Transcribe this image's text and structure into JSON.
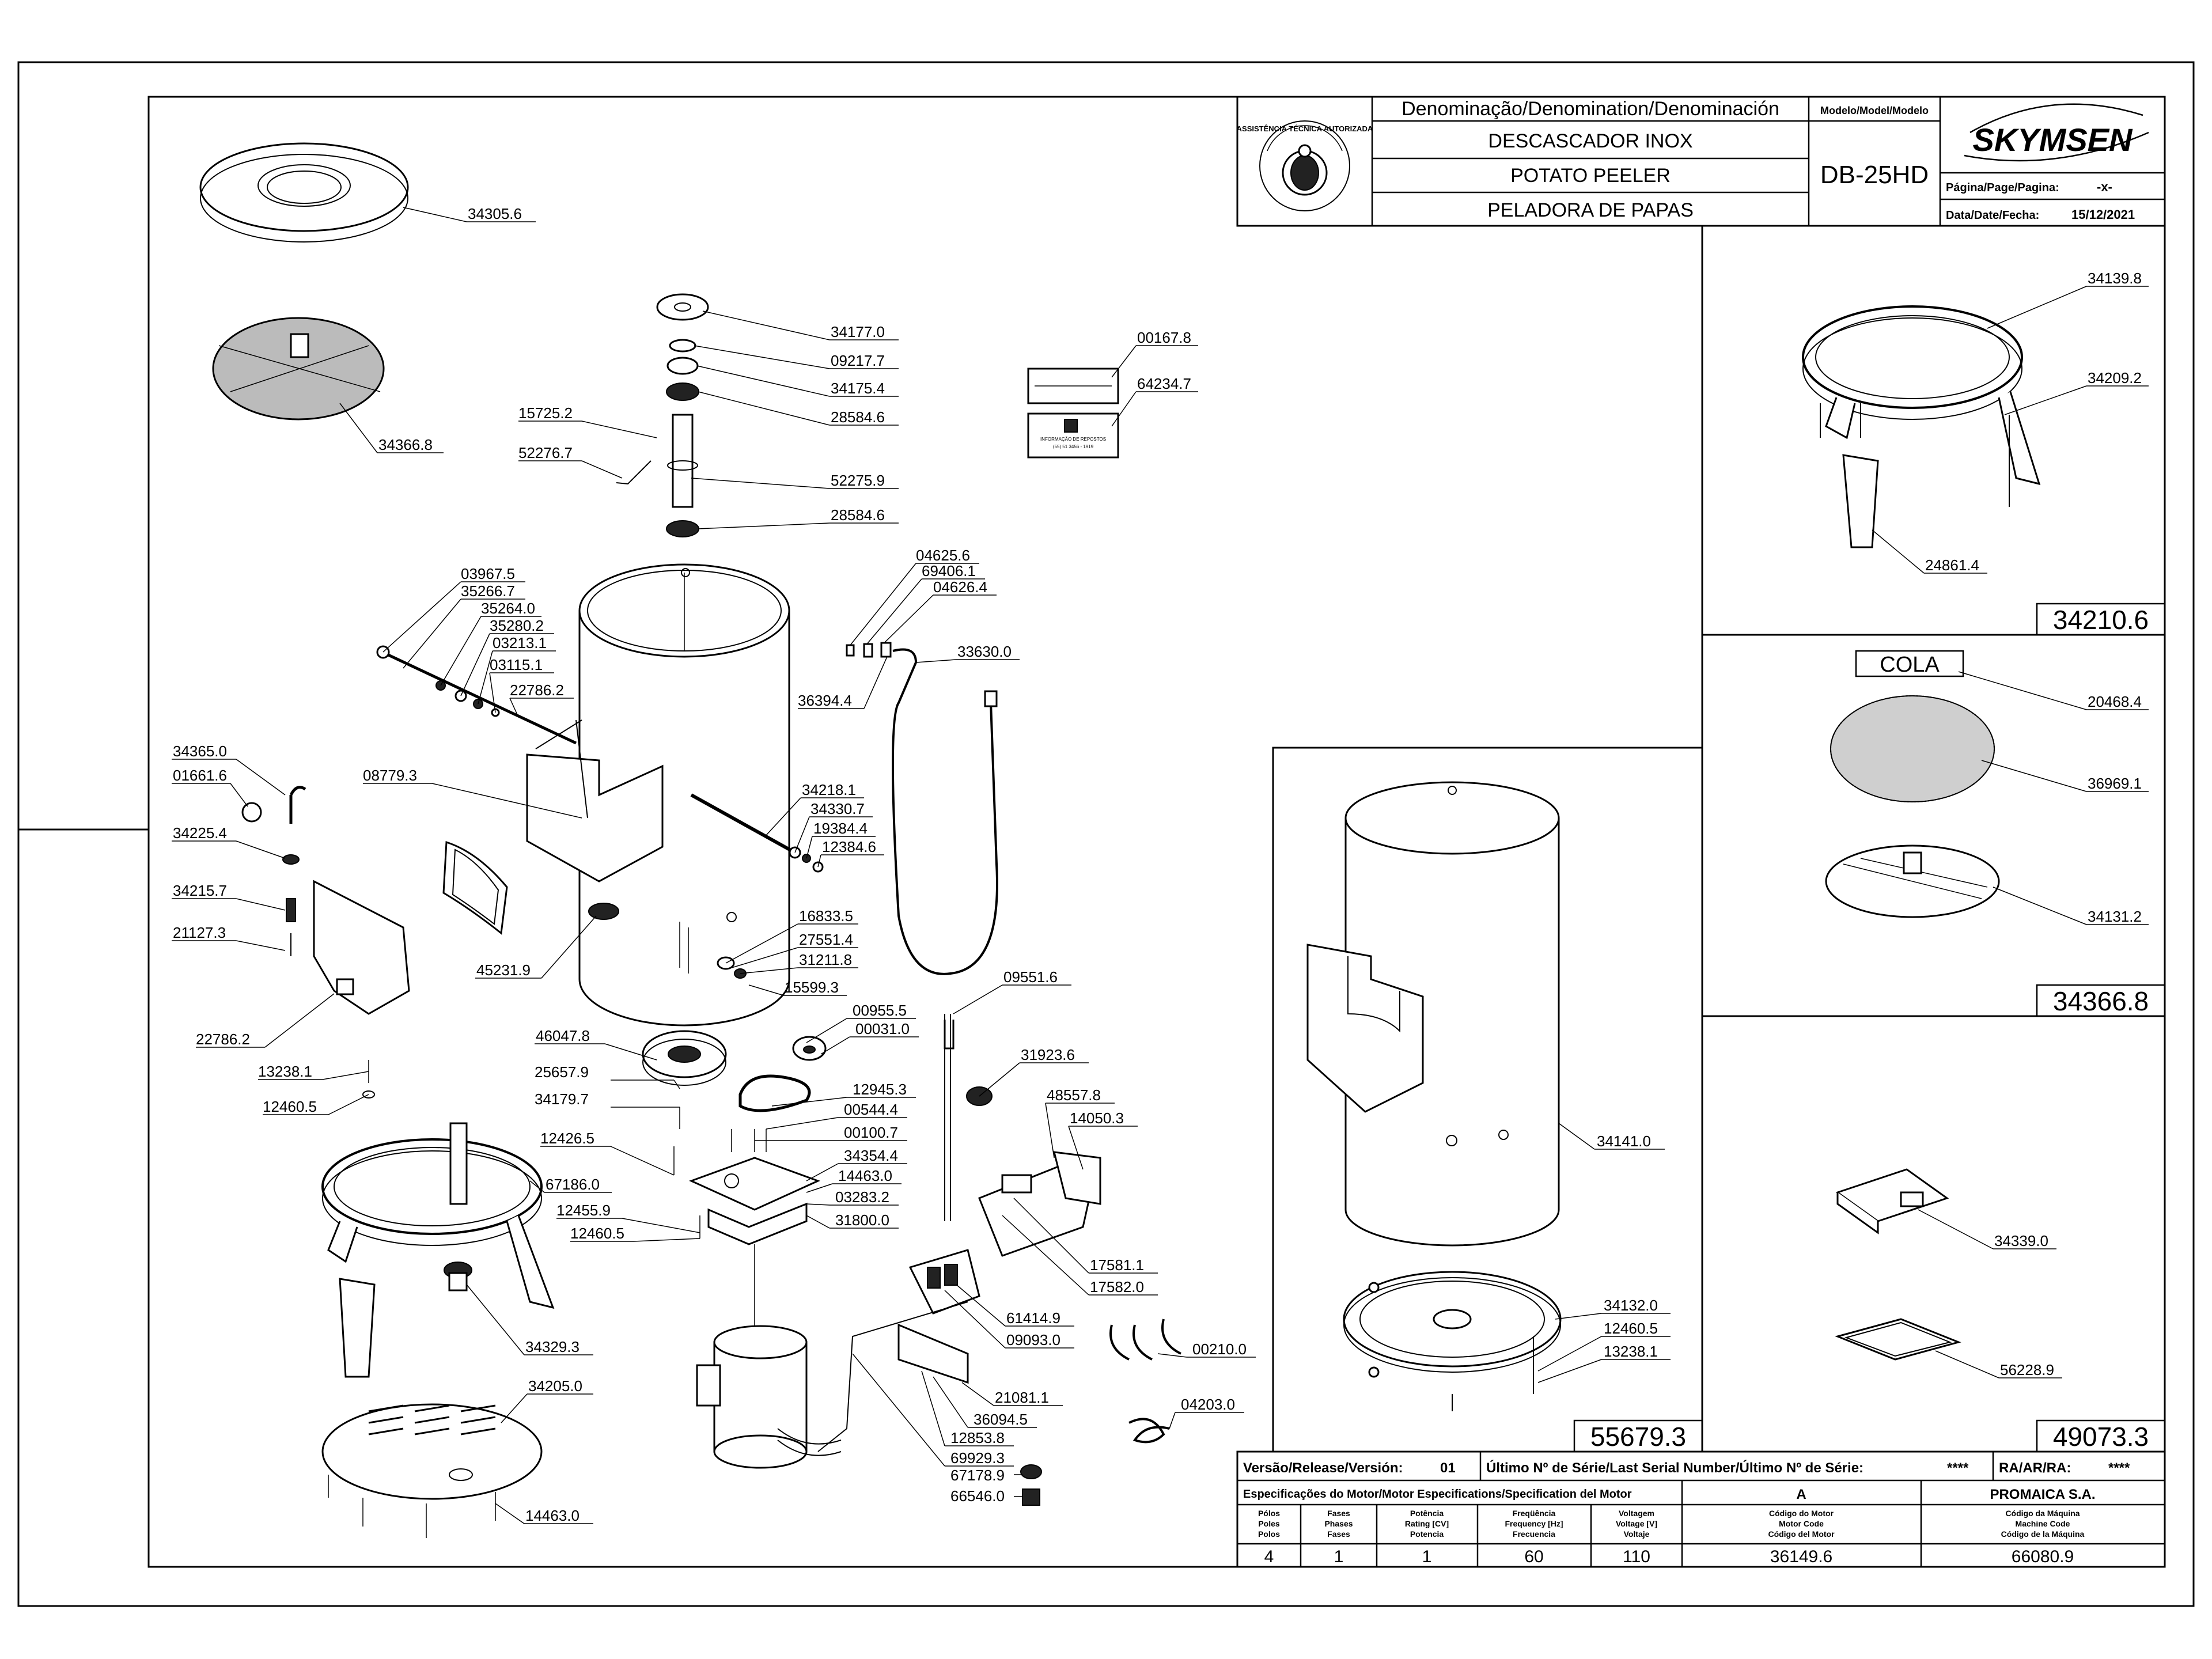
{
  "title_block": {
    "denomination_header": "Denominação/Denomination/Denominación",
    "name_pt": "DESCASCADOR INOX",
    "name_en": "POTATO PEELER",
    "name_es": "PELADORA DE PAPAS",
    "model_header": "Modelo/Model/Modelo",
    "model": "DB-25HD",
    "brand": "SKYMSEN",
    "page_label": "Página/Page/Pagina:",
    "page_value": "-x-",
    "date_label": "Data/Date/Fecha:",
    "date_value": "15/12/2021",
    "seal_text": "ASSISTÊNCIA TÉCNICA AUTORIZADA"
  },
  "release_block": {
    "version_label": "Versão/Release/Versión:",
    "version_value": "01",
    "serial_label": "Último Nº de Série/Last Serial Number/Último Nº de Série:",
    "serial_value": "****",
    "ra_label": "RA/AR/RA:",
    "ra_value": "****",
    "motor_spec_label": "Especificações do Motor/Motor Especifications/Specification del Motor",
    "motor_letter": "A",
    "company": "PROMAICA S.A.",
    "columns": [
      {
        "header": [
          "Pólos",
          "Poles",
          "Polos"
        ],
        "value": "4"
      },
      {
        "header": [
          "Fases",
          "Phases",
          "Fases"
        ],
        "value": "1"
      },
      {
        "header": [
          "Potência",
          "Rating [CV]",
          "Potencia"
        ],
        "value": "1"
      },
      {
        "header": [
          "Freqüência",
          "Frequency [Hz]",
          "Frecuencia"
        ],
        "value": "60"
      },
      {
        "header": [
          "Voltagem",
          "Voltage [V]",
          "Voltaje"
        ],
        "value": "110"
      },
      {
        "header": [
          "Código do Motor",
          "Motor Code",
          "Código del Motor"
        ],
        "value": "36149.6"
      },
      {
        "header": [
          "Código da Máquina",
          "Machine Code",
          "Código de la Máquina"
        ],
        "value": "66080.9"
      }
    ]
  },
  "panels": {
    "legs_ring": {
      "code": "34210.6",
      "parts": [
        "34139.8",
        "34209.2",
        "24861.4"
      ]
    },
    "abrasive_disc": {
      "code": "34366.8",
      "cola": "COLA",
      "parts": [
        "20468.4",
        "36969.1",
        "34131.2"
      ]
    },
    "small_parts": {
      "code": "49073.3",
      "parts": [
        "34339.0",
        "56228.9"
      ]
    },
    "bowl_assembly": {
      "code": "55679.3",
      "parts": [
        "34141.0",
        "34132.0",
        "12460.5",
        "13238.1"
      ]
    }
  },
  "main_parts": {
    "lid": "34305.6",
    "disc": "34366.8",
    "shaft_stack": [
      "34177.0",
      "09217.7",
      "34175.4",
      "28584.6",
      "52275.9",
      "28584.6"
    ],
    "shaft_left": [
      "15725.2",
      "52276.7"
    ],
    "labels": [
      "00167.8",
      "64234.7"
    ],
    "valve": [
      "03967.5",
      "35266.7",
      "35264.0",
      "35280.2",
      "03213.1",
      "03115.1",
      "22786.2"
    ],
    "hose": [
      "04625.6",
      "69406.1",
      "04626.4",
      "33630.0",
      "36394.4"
    ],
    "chute": [
      "08779.3"
    ],
    "rod": [
      "34218.1",
      "34330.7",
      "19384.4",
      "12384.6"
    ],
    "door": [
      "34365.0",
      "01661.6",
      "34225.4",
      "34215.7",
      "21127.3",
      "22786.2"
    ],
    "drain": [
      "16833.5",
      "27551.4",
      "31211.8",
      "15599.3"
    ],
    "misc": [
      "45231.9",
      "46047.8",
      "00955.5",
      "00031.0",
      "09551.6",
      "31923.6"
    ],
    "motor_bracket": [
      "25657.9",
      "34179.7",
      "12945.3",
      "00544.4",
      "00100.7",
      "34354.4",
      "14463.0",
      "03283.2",
      "31800.0",
      "12426.5",
      "12455.9",
      "12460.5"
    ],
    "ring_left": [
      "13238.1",
      "12460.5",
      "67186.0",
      "34329.3"
    ],
    "electrical": [
      "48557.8",
      "14050.3",
      "17581.1",
      "17582.0",
      "61414.9",
      "09093.0",
      "21081.1",
      "36094.5",
      "12853.8",
      "69929.3",
      "67178.9",
      "66546.0"
    ],
    "springs": [
      "00210.0",
      "04203.0"
    ],
    "base": [
      "34205.0",
      "14463.0"
    ]
  },
  "label_texts": {
    "small_label_1": "INFORMAÇÃO DE REPOSTOS",
    "small_label_2": "(55) 51 3456 - 1919"
  }
}
